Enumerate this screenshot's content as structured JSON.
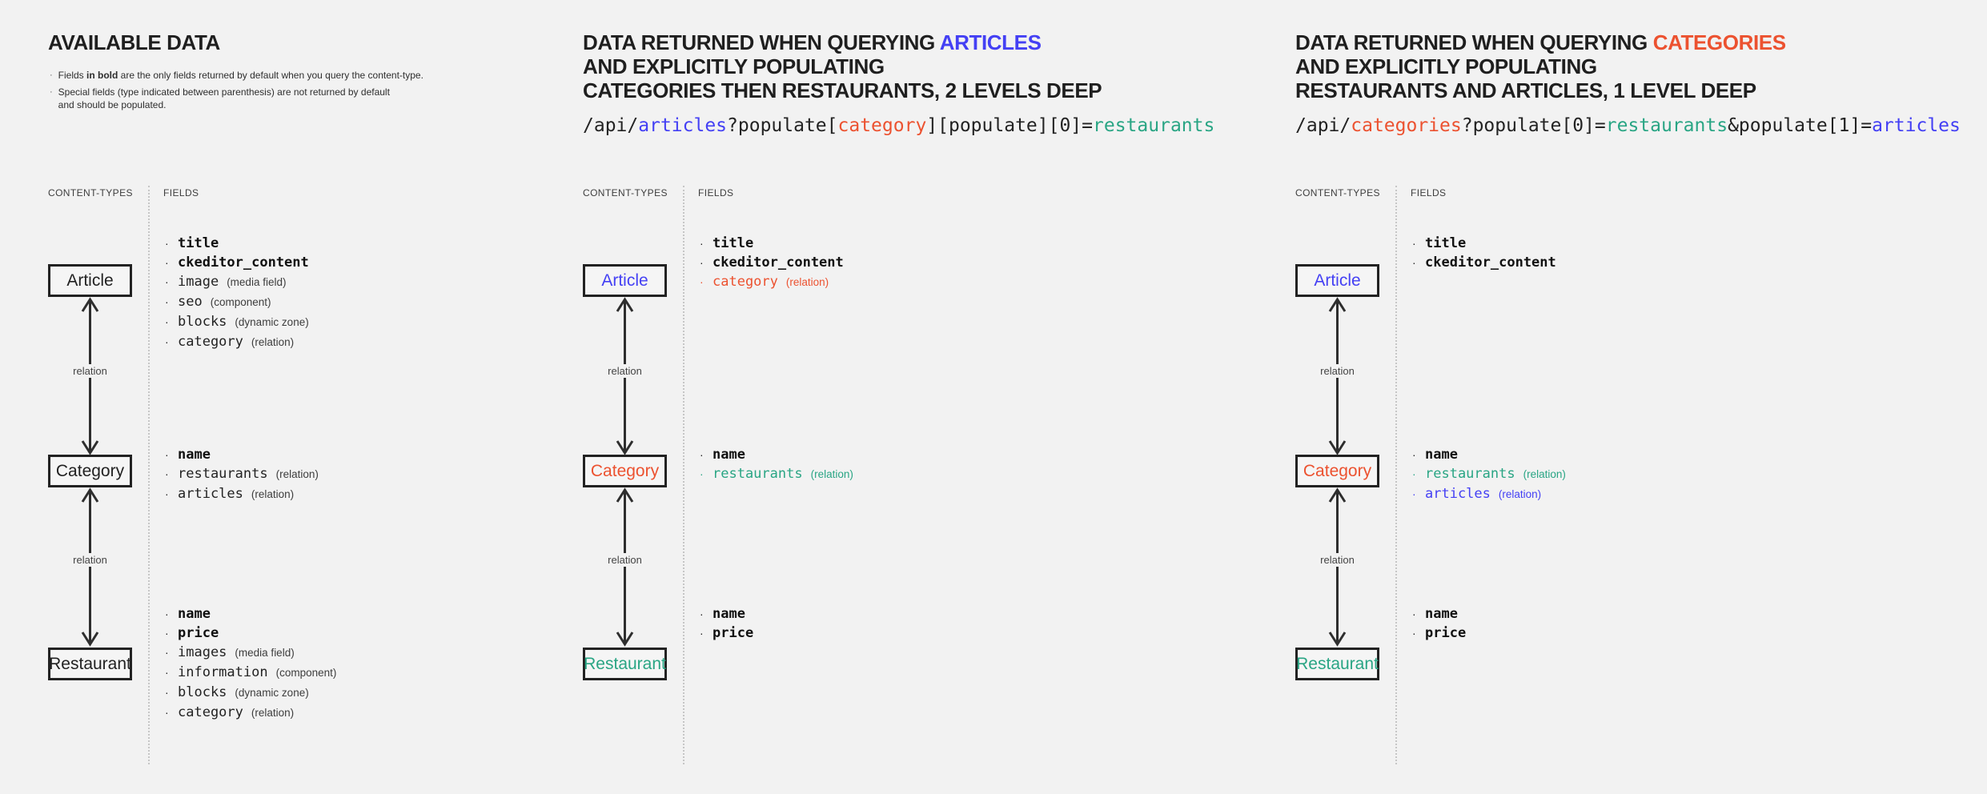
{
  "colors": {
    "blue": "#4440f4",
    "red": "#ec5230",
    "teal": "#29a584",
    "dark": "#222222"
  },
  "panels": [
    {
      "heading_lines": [
        [
          {
            "text": "AVAILABLE DATA"
          }
        ]
      ],
      "notes": [
        {
          "segments": [
            {
              "text": "Fields "
            },
            {
              "text": "in bold",
              "bold": true
            },
            {
              "text": " are the only fields returned by default when you query the content-type."
            }
          ]
        },
        {
          "segments": [
            {
              "text": "Special fields (type indicated between parenthesis) are not returned by default\nand should be populated."
            }
          ]
        }
      ],
      "diagram": {
        "content_types_label": "CONTENT-TYPES",
        "fields_label": "FIELDS",
        "relation_label": "relation",
        "nodes": [
          {
            "name": "Article",
            "color": "dark",
            "fields": [
              {
                "name": "title",
                "bold": true
              },
              {
                "name": "ckeditor_content",
                "bold": true
              },
              {
                "name": "image",
                "type": "(media field)"
              },
              {
                "name": "seo",
                "type": "(component)"
              },
              {
                "name": "blocks",
                "type": "(dynamic zone)"
              },
              {
                "name": "category",
                "type": "(relation)"
              }
            ]
          },
          {
            "name": "Category",
            "color": "dark",
            "fields": [
              {
                "name": "name",
                "bold": true
              },
              {
                "name": "restaurants",
                "type": "(relation)"
              },
              {
                "name": "articles",
                "type": "(relation)"
              }
            ]
          },
          {
            "name": "Restaurant",
            "color": "dark",
            "fields": [
              {
                "name": "name",
                "bold": true
              },
              {
                "name": "price",
                "bold": true
              },
              {
                "name": "images",
                "type": "(media field)"
              },
              {
                "name": "information",
                "type": "(component)"
              },
              {
                "name": "blocks",
                "type": "(dynamic zone)"
              },
              {
                "name": "category",
                "type": "(relation)"
              }
            ]
          }
        ]
      }
    },
    {
      "heading_lines": [
        [
          {
            "text": "DATA RETURNED WHEN QUERYING "
          },
          {
            "text": "ARTICLES",
            "color": "blue"
          }
        ],
        [
          {
            "text": "AND EXPLICITLY POPULATING"
          }
        ],
        [
          {
            "text": "CATEGORIES THEN RESTAURANTS, 2 LEVELS DEEP"
          }
        ]
      ],
      "url_segments": [
        {
          "text": "/api/"
        },
        {
          "text": "articles",
          "color": "blue"
        },
        {
          "text": "?populate["
        },
        {
          "text": "category",
          "color": "red"
        },
        {
          "text": "][populate][0]="
        },
        {
          "text": "restaurants",
          "color": "teal"
        }
      ],
      "diagram": {
        "content_types_label": "CONTENT-TYPES",
        "fields_label": "FIELDS",
        "relation_label": "relation",
        "nodes": [
          {
            "name": "Article",
            "color": "blue",
            "fields": [
              {
                "name": "title",
                "bold": true
              },
              {
                "name": "ckeditor_content",
                "bold": true
              },
              {
                "name": "category",
                "type": "(relation)",
                "color": "red"
              }
            ]
          },
          {
            "name": "Category",
            "color": "red",
            "fields": [
              {
                "name": "name",
                "bold": true
              },
              {
                "name": "restaurants",
                "type": "(relation)",
                "color": "teal"
              }
            ]
          },
          {
            "name": "Restaurant",
            "color": "teal",
            "fields": [
              {
                "name": "name",
                "bold": true
              },
              {
                "name": "price",
                "bold": true
              }
            ]
          }
        ]
      }
    },
    {
      "heading_lines": [
        [
          {
            "text": "DATA RETURNED WHEN QUERYING "
          },
          {
            "text": "CATEGORIES",
            "color": "red"
          }
        ],
        [
          {
            "text": "AND EXPLICITLY POPULATING"
          }
        ],
        [
          {
            "text": "RESTAURANTS AND ARTICLES, 1 LEVEL DEEP"
          }
        ]
      ],
      "url_segments": [
        {
          "text": "/api/"
        },
        {
          "text": "categories",
          "color": "red"
        },
        {
          "text": "?populate[0]="
        },
        {
          "text": "restaurants",
          "color": "teal"
        },
        {
          "text": "&populate[1]="
        },
        {
          "text": "articles",
          "color": "blue"
        }
      ],
      "diagram": {
        "content_types_label": "CONTENT-TYPES",
        "fields_label": "FIELDS",
        "relation_label": "relation",
        "nodes": [
          {
            "name": "Article",
            "color": "blue",
            "fields": [
              {
                "name": "title",
                "bold": true
              },
              {
                "name": "ckeditor_content",
                "bold": true
              }
            ]
          },
          {
            "name": "Category",
            "color": "red",
            "fields": [
              {
                "name": "name",
                "bold": true
              },
              {
                "name": "restaurants",
                "type": "(relation)",
                "color": "teal"
              },
              {
                "name": "articles",
                "type": "(relation)",
                "color": "blue"
              }
            ]
          },
          {
            "name": "Restaurant",
            "color": "teal",
            "fields": [
              {
                "name": "name",
                "bold": true
              },
              {
                "name": "price",
                "bold": true
              }
            ]
          }
        ]
      }
    }
  ]
}
